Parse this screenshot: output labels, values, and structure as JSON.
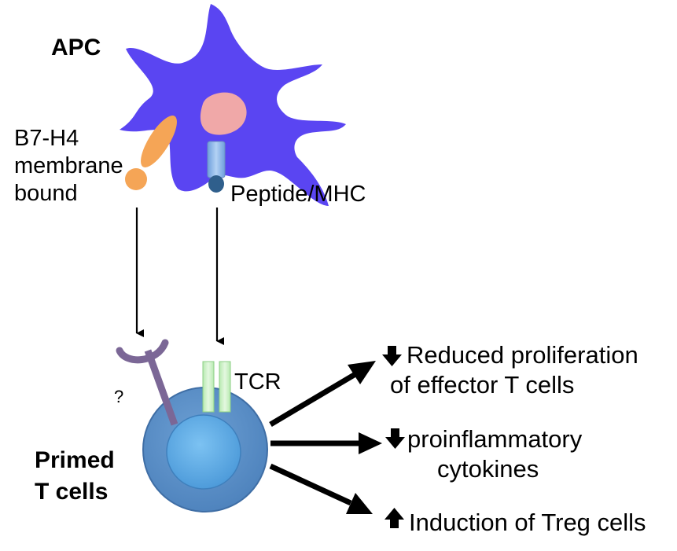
{
  "labels": {
    "apc": "APC",
    "b7h4_line1": "B7-H4",
    "b7h4_line2": "membrane",
    "b7h4_line3": "bound",
    "peptide_mhc": "Peptide/MHC",
    "tcr": "TCR",
    "question": "?",
    "primed_line1": "Primed",
    "primed_line2": "T cells"
  },
  "outcomes": [
    {
      "direction": "down",
      "line1": "Reduced proliferation",
      "line2": "of effector T cells"
    },
    {
      "direction": "down",
      "line1": "proinflammatory",
      "line2": "cytokines"
    },
    {
      "direction": "up",
      "line1": "Induction of Treg cells",
      "line2": ""
    }
  ],
  "colors": {
    "apc_body": "#5a45f2",
    "nucleus": "#f0a8a8",
    "b7h4": "#f5a556",
    "mhc": "#8fb7e8",
    "peptide": "#2f5f8c",
    "receptor": "#7b6796",
    "tcr": "#c9f0c4",
    "tcell_outer": "#5b8ec7",
    "tcell_inner": "#64aee8",
    "arrow": "#000000"
  }
}
